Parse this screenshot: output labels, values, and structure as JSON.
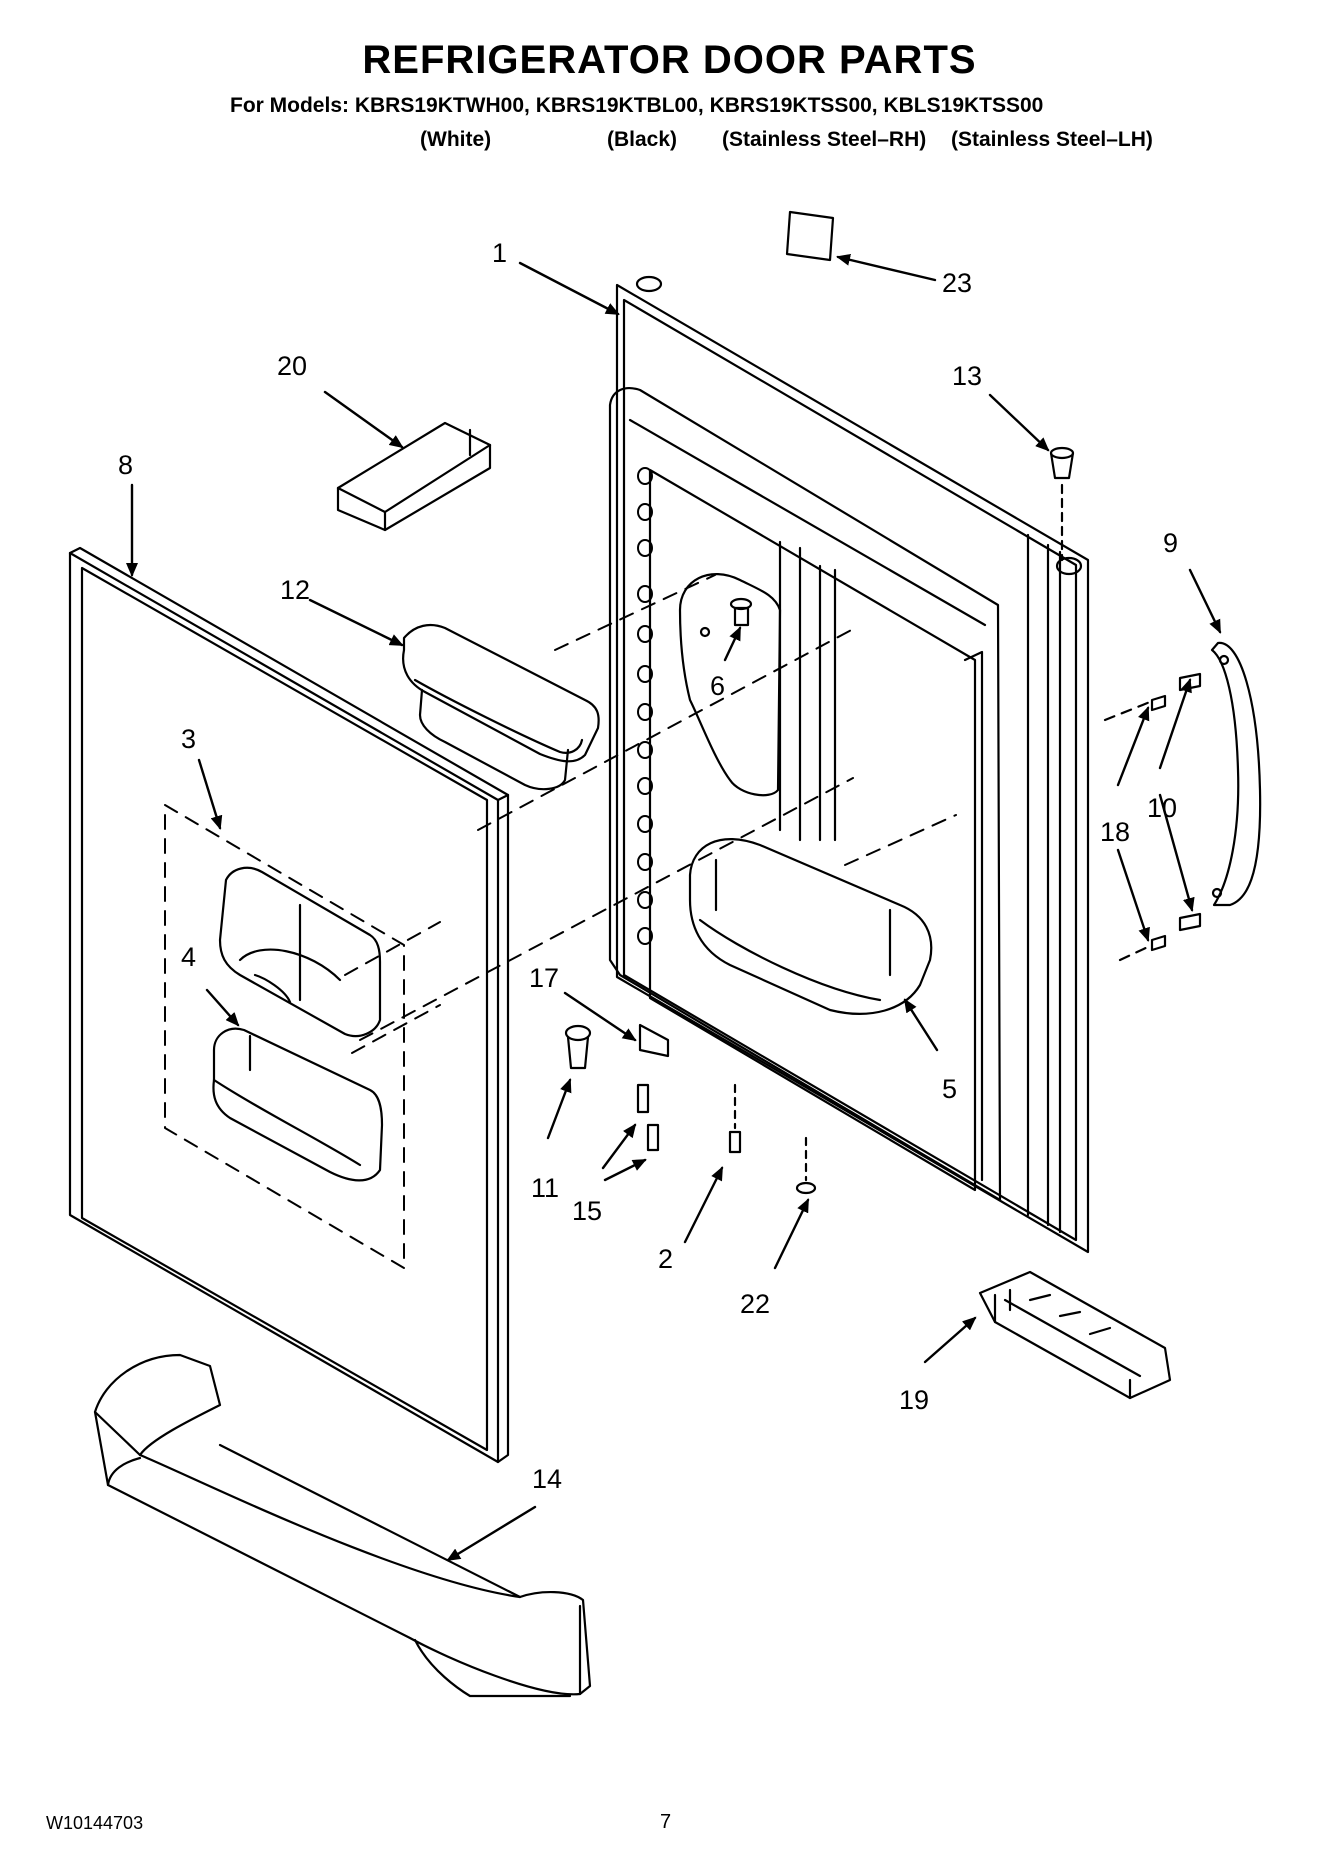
{
  "title": "REFRIGERATOR DOOR PARTS",
  "models_line": "For Models: KBRS19KTWH00, KBRS19KTBL00, KBRS19KTSS00, KBLS19KTSS00",
  "colors": [
    "(White)",
    "(Black)",
    "(Stainless Steel–RH)",
    "(Stainless Steel–LH)"
  ],
  "callouts": [
    "1",
    "2",
    "3",
    "4",
    "5",
    "6",
    "8",
    "9",
    "10",
    "11",
    "12",
    "13",
    "14",
    "15",
    "17",
    "18",
    "19",
    "20",
    "22",
    "23"
  ],
  "footer": {
    "doc_number": "W10144703",
    "page": "7"
  }
}
